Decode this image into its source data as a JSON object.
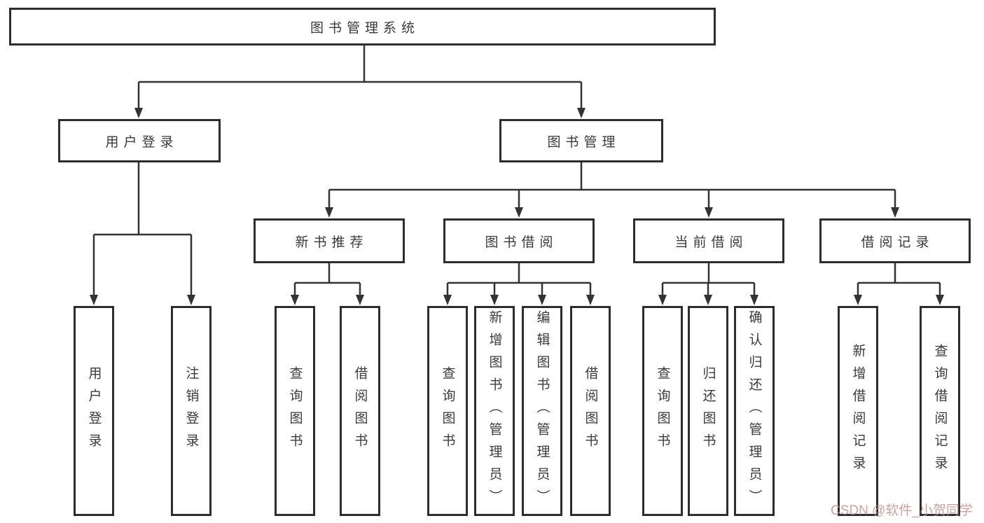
{
  "tree": {
    "root": "图书管理系统",
    "branches": [
      {
        "label": "用户登录",
        "children": [
          "用户登录",
          "注销登录"
        ]
      },
      {
        "label": "图书管理",
        "sections": [
          {
            "label": "新书推荐",
            "children": [
              "查询图书",
              "借阅图书"
            ]
          },
          {
            "label": "图书借阅",
            "children": [
              "查询图书",
              "新增图书（管理员）",
              "编辑图书（管理员）",
              "借阅图书"
            ]
          },
          {
            "label": "当前借阅",
            "children": [
              "查询图书",
              "归还图书",
              "确认归还（管理员）"
            ]
          },
          {
            "label": "借阅记录",
            "children": [
              "新增借阅记录",
              "查询借阅记录"
            ]
          }
        ]
      }
    ]
  },
  "watermark": "CSDN @软件_小贺同学",
  "colors": {
    "line": "#333333",
    "box_border": "#2d2d2d",
    "text": "#3a3a3a",
    "background": "#ffffff",
    "watermark": "#bf8989"
  }
}
